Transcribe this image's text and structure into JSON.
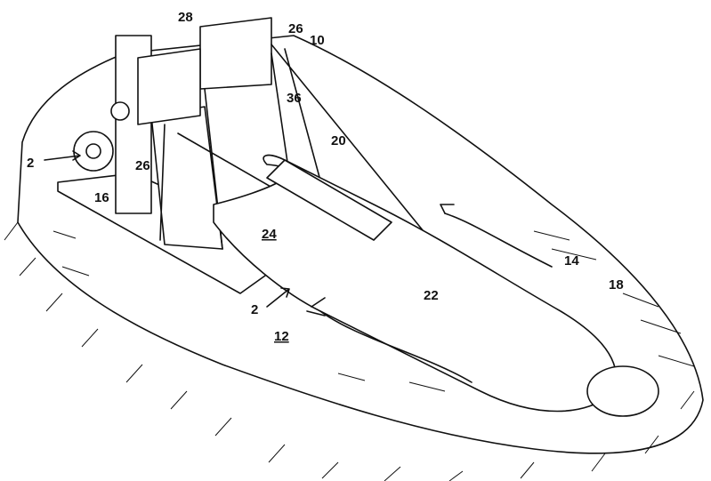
{
  "figure": {
    "description_labels": [
      {
        "id": "frame-top",
        "text": "28"
      },
      {
        "id": "strap-top",
        "text": "26"
      },
      {
        "id": "apparatus",
        "text": "10"
      },
      {
        "id": "foot-plate",
        "text": "36"
      },
      {
        "id": "cable",
        "text": "20"
      },
      {
        "id": "section-left",
        "text": "2"
      },
      {
        "id": "strap-left",
        "text": "26"
      },
      {
        "id": "base",
        "text": "16"
      },
      {
        "id": "leg-wrap",
        "text": "24"
      },
      {
        "id": "mat",
        "text": "14"
      },
      {
        "id": "torso-garment",
        "text": "18"
      },
      {
        "id": "harness",
        "text": "22"
      },
      {
        "id": "section-right",
        "text": "2"
      },
      {
        "id": "floor",
        "text": "12"
      }
    ]
  }
}
